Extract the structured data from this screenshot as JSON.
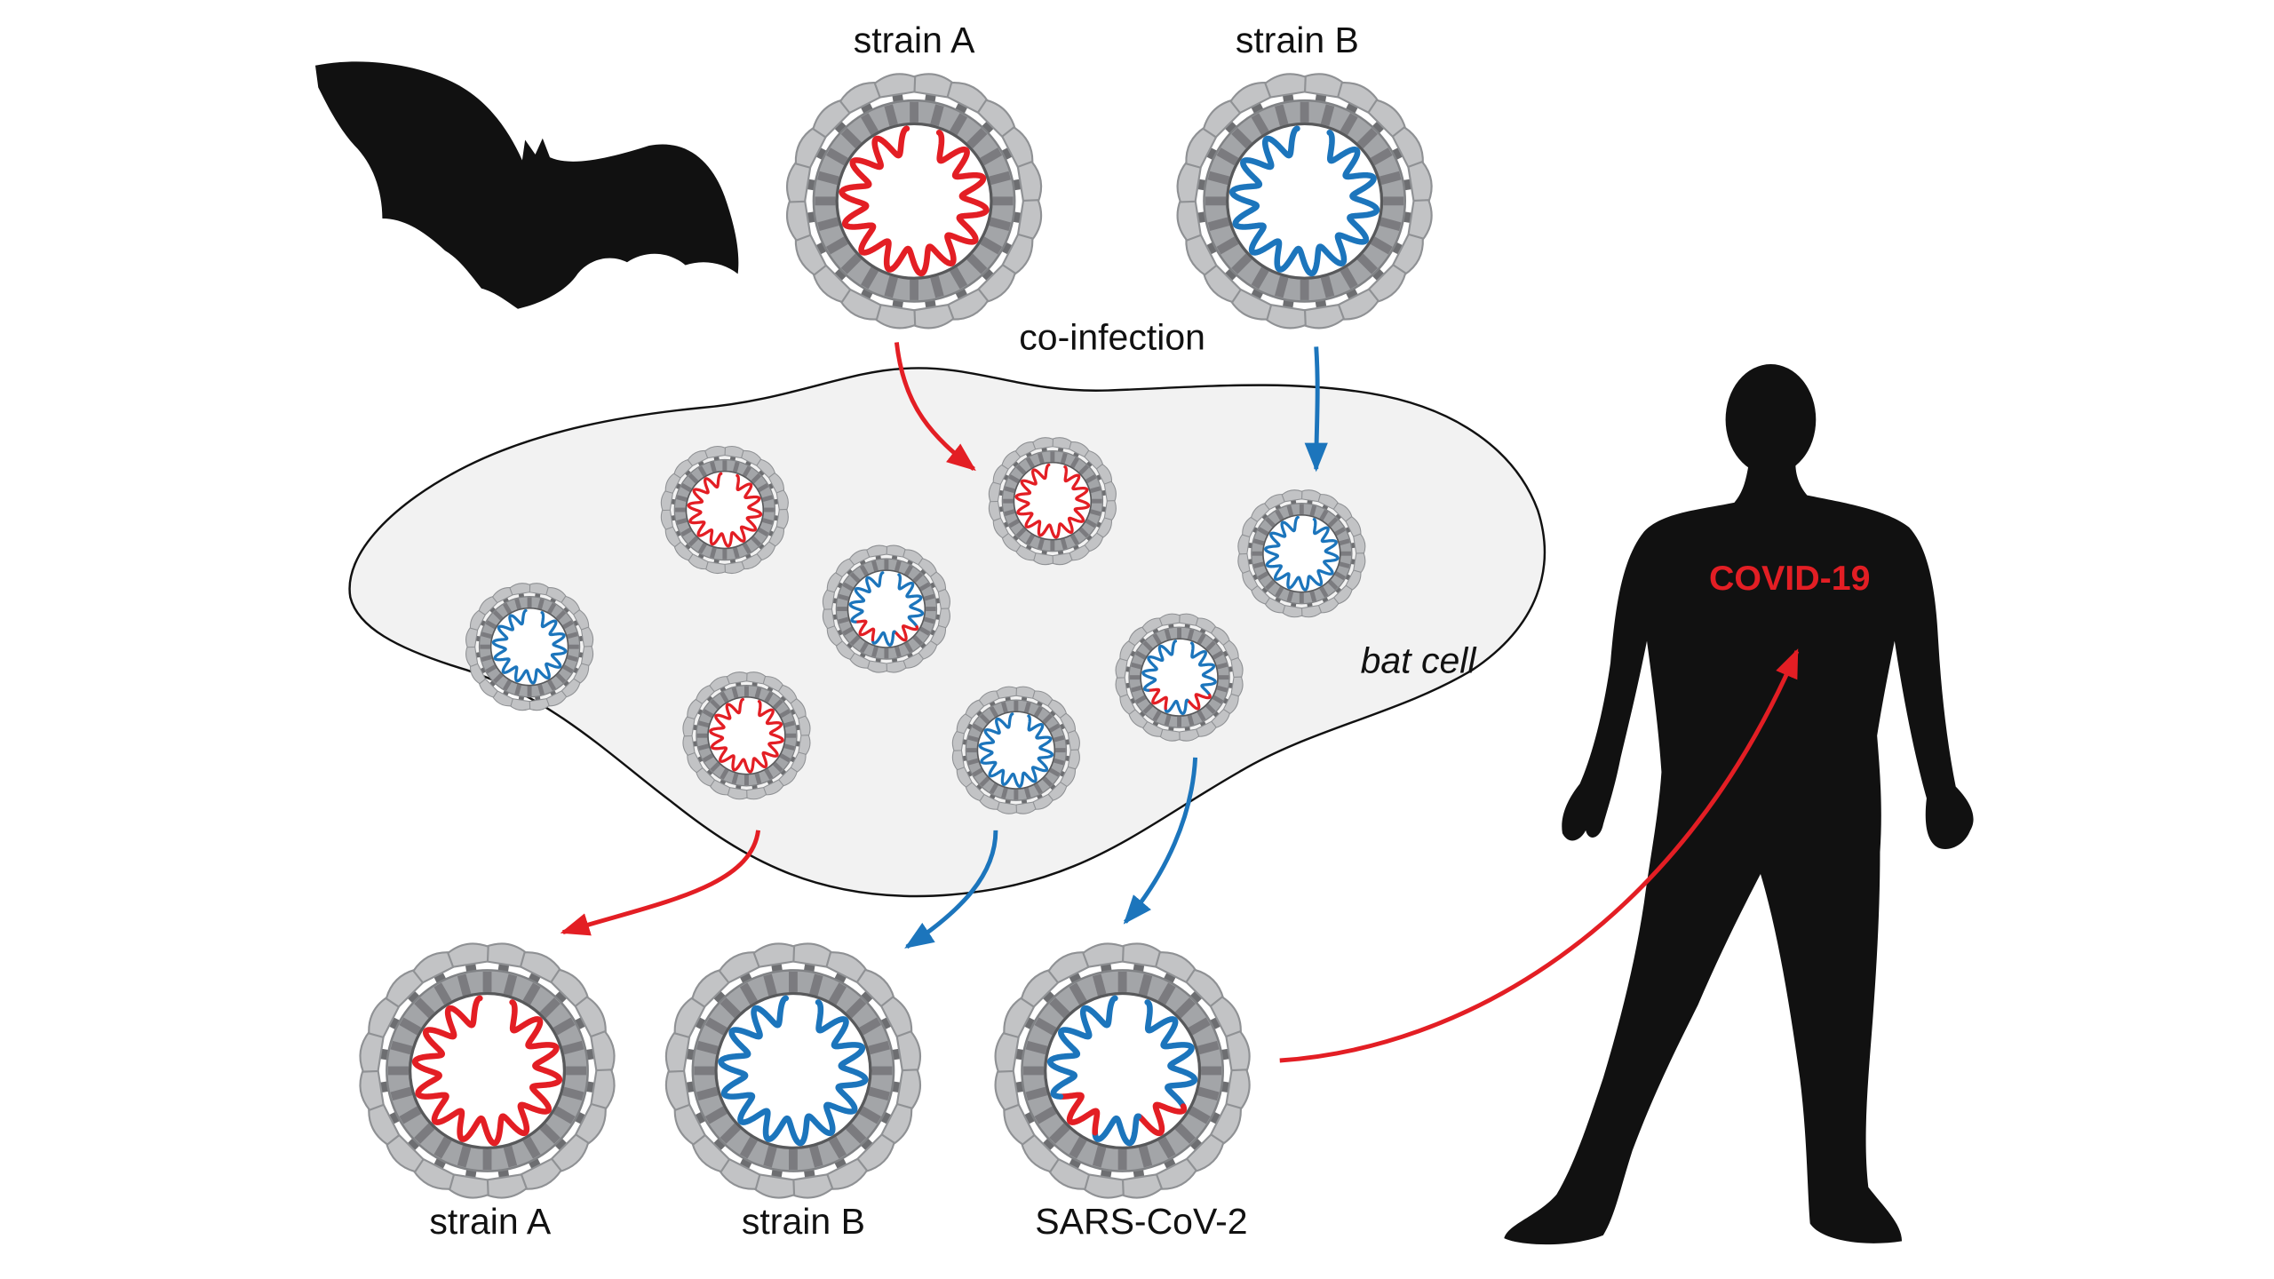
{
  "labels": {
    "top_strain_a": "strain A",
    "top_strain_b": "strain B",
    "coinfection": "co-infection",
    "bat_cell": "bat cell",
    "bottom_strain_a": "strain A",
    "bottom_strain_b": "strain B",
    "bottom_recombinant": "SARS-CoV-2",
    "disease": "COVID-19"
  },
  "colors": {
    "strain_a": "#e31e24",
    "strain_b": "#1c75bc",
    "cell_fill": "#f2f2f2",
    "outline": "#111111",
    "silhouette": "#111111"
  },
  "icons": {
    "animal_host": "bat-icon",
    "human_host": "human-icon"
  },
  "virions": {
    "source": [
      "A",
      "B"
    ],
    "in_cell": [
      "A",
      "A",
      "B",
      "recombinant",
      "B",
      "recombinant",
      "A",
      "B"
    ],
    "released": [
      "A",
      "B",
      "recombinant"
    ]
  }
}
